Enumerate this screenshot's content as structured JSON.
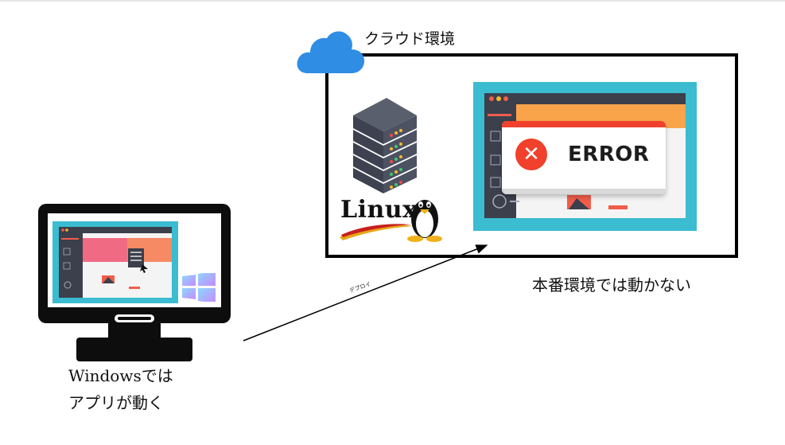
{
  "cloud": {
    "title": "クラウド環境",
    "production_caption": "本番環境では動かない",
    "linux_logo_text": "Linux",
    "error": {
      "label": "ERROR"
    }
  },
  "local": {
    "caption_line1": "Windowsでは",
    "caption_line2": "アプリが動く"
  },
  "arrow": {
    "label": "デプロイ"
  },
  "colors": {
    "screen_teal": "#3bbcd0",
    "error_red": "#f1402c",
    "cloud_blue": "#2f8de4",
    "server_gray": "#4b5060"
  },
  "icons": [
    "cloud-icon",
    "server-icon",
    "tux-penguin-icon",
    "monitor-icon",
    "windows-logo-icon",
    "error-x-icon",
    "arrow"
  ]
}
